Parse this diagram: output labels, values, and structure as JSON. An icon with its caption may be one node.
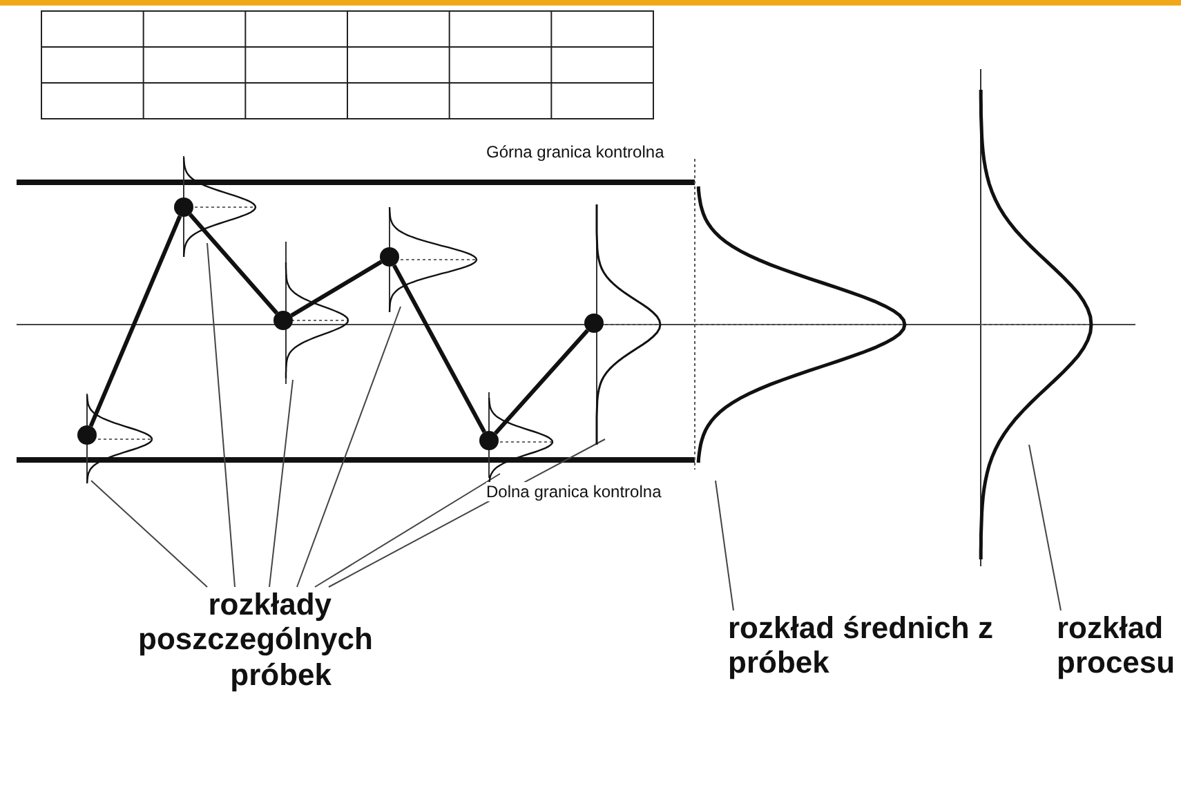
{
  "diagram": {
    "nodes": [
      {
        "text": [
          "rozkłady poszczególnych próbek"
        ]
      },
      {
        "text": [],
        "shape": "curve"
      },
      {
        "text": [],
        "shape": "curve"
      },
      {
        "text": [],
        "shape": "curve"
      },
      {
        "text": [],
        "shape": "curve"
      },
      {
        "text": [],
        "shape": "curve"
      },
      {
        "text": [],
        "shape": "curve"
      },
      {
        "text": [
          "rozkład średnich z próbek"
        ]
      },
      {
        "text": [],
        "shape": "curve"
      },
      {
        "text": [
          "rozkład procesu"
        ]
      },
      {
        "text": [],
        "shape": "curve"
      }
    ],
    "edges": [
      {
        "from": 0,
        "to": 1,
        "arrow": "none"
      },
      {
        "from": 0,
        "to": 2,
        "arrow": "none"
      },
      {
        "from": 0,
        "to": 3,
        "arrow": "none"
      },
      {
        "from": 0,
        "to": 4,
        "arrow": "none"
      },
      {
        "from": 0,
        "to": 5,
        "arrow": "none"
      },
      {
        "from": 0,
        "to": 6,
        "arrow": "none"
      },
      {
        "from": 7,
        "to": 8,
        "arrow": "none"
      },
      {
        "from": 9,
        "to": 10,
        "arrow": "none"
      },
      {
        "from": 1,
        "to": 2,
        "arrow": "none",
        "style": "thick"
      },
      {
        "from": 2,
        "to": 3,
        "arrow": "none",
        "style": "thick"
      },
      {
        "from": 3,
        "to": 4,
        "arrow": "none",
        "style": "thick"
      },
      {
        "from": 4,
        "to": 5,
        "arrow": "none",
        "style": "thick"
      },
      {
        "from": 5,
        "to": 6,
        "arrow": "none",
        "style": "thick"
      }
    ],
    "labels": [
      "Górna granica kontrolna",
      "Dolna granica kontrolna"
    ]
  }
}
